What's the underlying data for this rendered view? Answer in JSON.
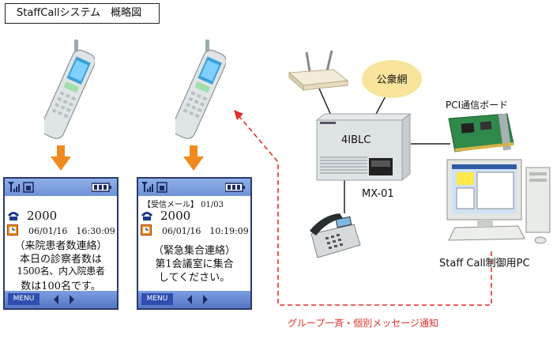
{
  "title": "StaffCallシステム　概略図",
  "screens": [
    {
      "number": "2000",
      "datetime": "06/01/16　16:30:09",
      "lines": [
        "（来院患者数連絡）",
        "本日の診察者数は",
        "1500名、内入院患者",
        "数は100名です。"
      ],
      "menu": "MENU"
    },
    {
      "header": "【受信メール】 01/03",
      "number": "2000",
      "datetime": "06/01/16　10:19:09",
      "lines": [
        "（緊急集合連絡）",
        "第1会議室に集合",
        "してください。"
      ],
      "menu": "MENU"
    }
  ],
  "labels": {
    "public_network": "公衆網",
    "pci_board": "PCI通信ボード",
    "pbx_name": "4IBLC",
    "pbx_model": "MX-01",
    "control_pc": "Staff Call制御用PC",
    "broadcast": "グループ一斉・個別メッセージ通知"
  },
  "colors": {
    "arrow_orange": "#f08a1c",
    "dashed_red": "#e0302a",
    "cloud_yellow": "#f8e49a",
    "screen_bar": "#6f92d8"
  }
}
